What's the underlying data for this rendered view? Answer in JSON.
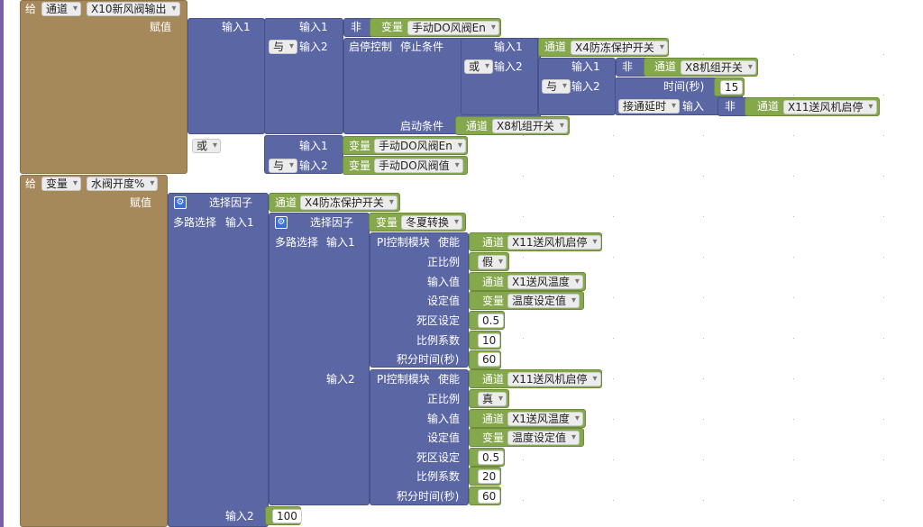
{
  "block1": {
    "give": "给",
    "channel_type": "通道",
    "target": "X10新风阀输出",
    "assign": "赋值",
    "in1": "输入1",
    "in2": "输入2",
    "and": "与",
    "or": "或",
    "not": "非",
    "var": "变量",
    "chan": "通道",
    "manual_en": "手动DO风阀En",
    "manual_val": "手动DO风阀值",
    "startstop": "启停控制",
    "stop_cond": "停止条件",
    "start_cond": "启动条件",
    "x4": "X4防冻保护开关",
    "x8": "X8机组开关",
    "x11": "X11送风机启停",
    "time_sec": "时间(秒)",
    "time_val": "15",
    "on_delay": "接通延时",
    "input": "输入"
  },
  "block2": {
    "give": "给",
    "var_type": "变量",
    "target": "水阀开度%",
    "assign": "赋值",
    "select_factor": "选择因子",
    "multi_select": "多路选择",
    "in1": "输入1",
    "in2": "输入2",
    "chan": "通道",
    "var": "变量",
    "x4": "X4防冻保护开关",
    "winter_summer": "冬夏转换",
    "pi": "PI控制模块",
    "enable": "使能",
    "x11": "X11送风机启停",
    "proportional": "正比例",
    "false": "假",
    "true": "真",
    "input_val": "输入值",
    "x1": "X1送风温度",
    "setpoint": "设定值",
    "temp_set": "温度设定值",
    "deadband": "死区设定",
    "deadband_val": "0.5",
    "coef": "比例系数",
    "coef1": "10",
    "coef2": "20",
    "integ": "积分时间(秒)",
    "integ_val": "60",
    "final": "100"
  }
}
